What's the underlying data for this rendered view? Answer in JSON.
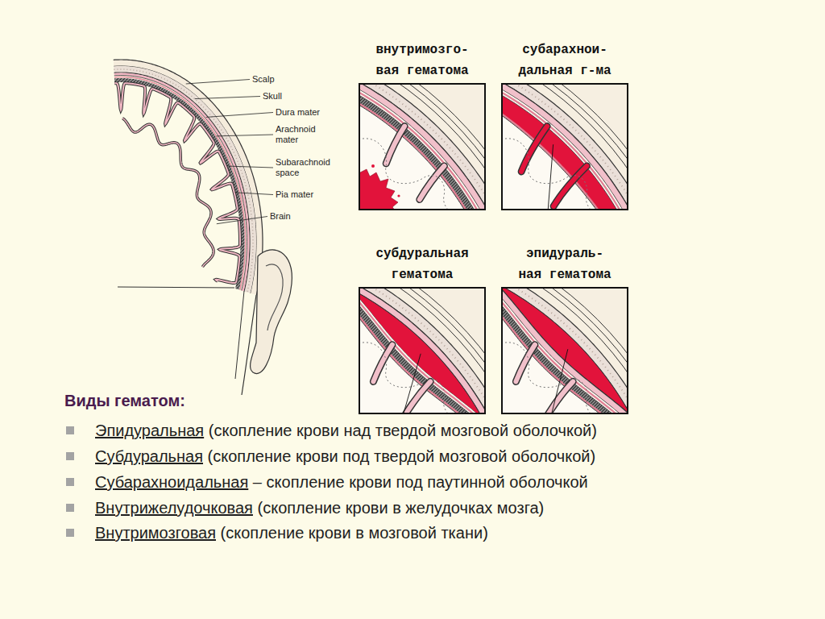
{
  "diagram": {
    "title": "Виды гематом:",
    "nodes": [
      {
        "text": [
          "внутримозго- вая гематома"
        ]
      },
      {
        "text": [
          "субарахнои- дальная г-ма"
        ]
      },
      {
        "text": [
          "субдуральная гематома"
        ]
      },
      {
        "text": [
          "эпидураль- ная гематома"
        ]
      }
    ],
    "labels": [
      "Scalp",
      "Skull",
      "Dura mater",
      "Arachnoid mater",
      "Subarachnoid space",
      "Pia mater",
      "Brain",
      "Эпидуральная",
      "(скопление крови над твердой мозговой оболочкой)",
      "Субдуральная",
      "(скопление крови под твердой мозговой оболочкой)",
      "Субарахноидальная",
      "– скопление крови под паутинной оболочкой",
      "Внутрижелудочковая",
      "(скопление крови в желудочках мозга)",
      "Внутримозговая",
      "(скопление крови в мозговой ткани)"
    ]
  }
}
